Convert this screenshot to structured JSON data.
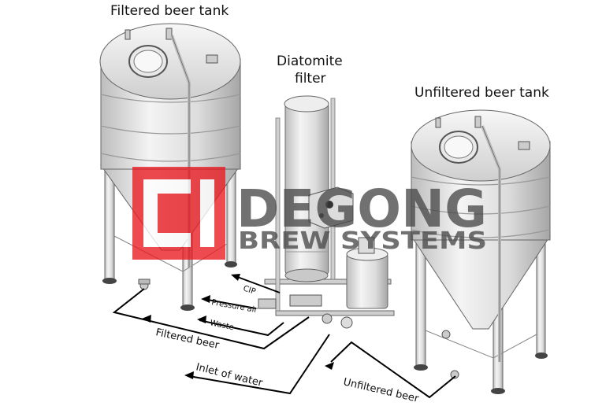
{
  "labels": {
    "filtered_tank": "Filtered beer tank",
    "filter_line1": "Diatomite",
    "filter_line2": "filter",
    "unfiltered_tank": "Unfiltered beer tank",
    "cip": "CIP",
    "pressure_air": "Pressure air",
    "waste": "Waste",
    "filtered_beer": "Filtered beer",
    "inlet_water": "Inlet of water",
    "unfiltered_beer": "Unfiltered beer"
  },
  "watermark": {
    "line1": "DEGONG",
    "line2": "BREW SYSTEMS",
    "logo_color": "#e8191f",
    "text_color": "#4a4a4a"
  },
  "colors": {
    "steel_light": "#f3f3f3",
    "steel_mid": "#d6d6d6",
    "steel_dark": "#a9a9a9",
    "outline": "#555555",
    "pipe_line": "#000000"
  }
}
